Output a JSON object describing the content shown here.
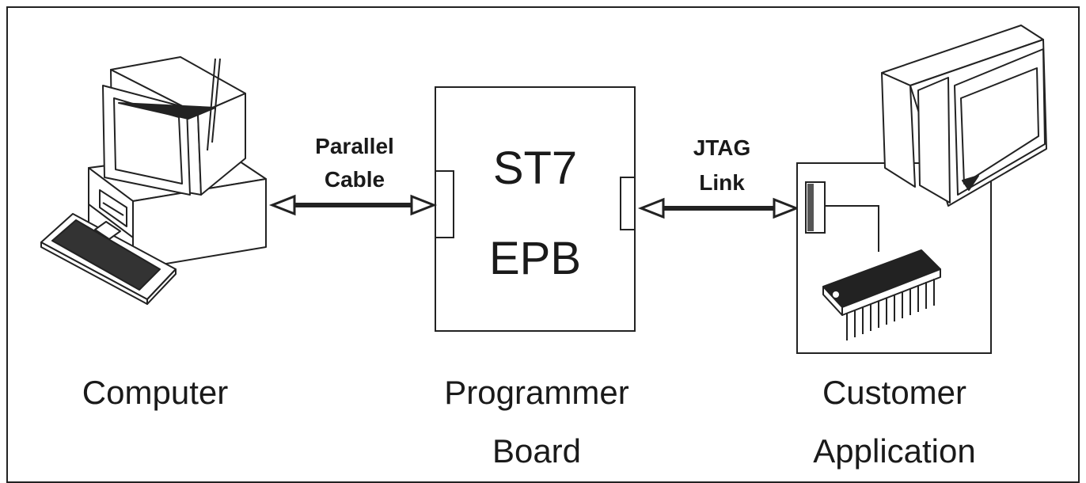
{
  "diagram": {
    "computer_label": "Computer",
    "programmer_box": {
      "line1": "ST7",
      "line2": "EPB"
    },
    "programmer_label": {
      "line1": "Programmer",
      "line2": "Board"
    },
    "customer_label": {
      "line1": "Customer",
      "line2": "Application"
    },
    "cable_left": {
      "line1": "Parallel",
      "line2": "Cable"
    },
    "cable_right": {
      "line1": "JTAG",
      "line2": "Link"
    }
  }
}
